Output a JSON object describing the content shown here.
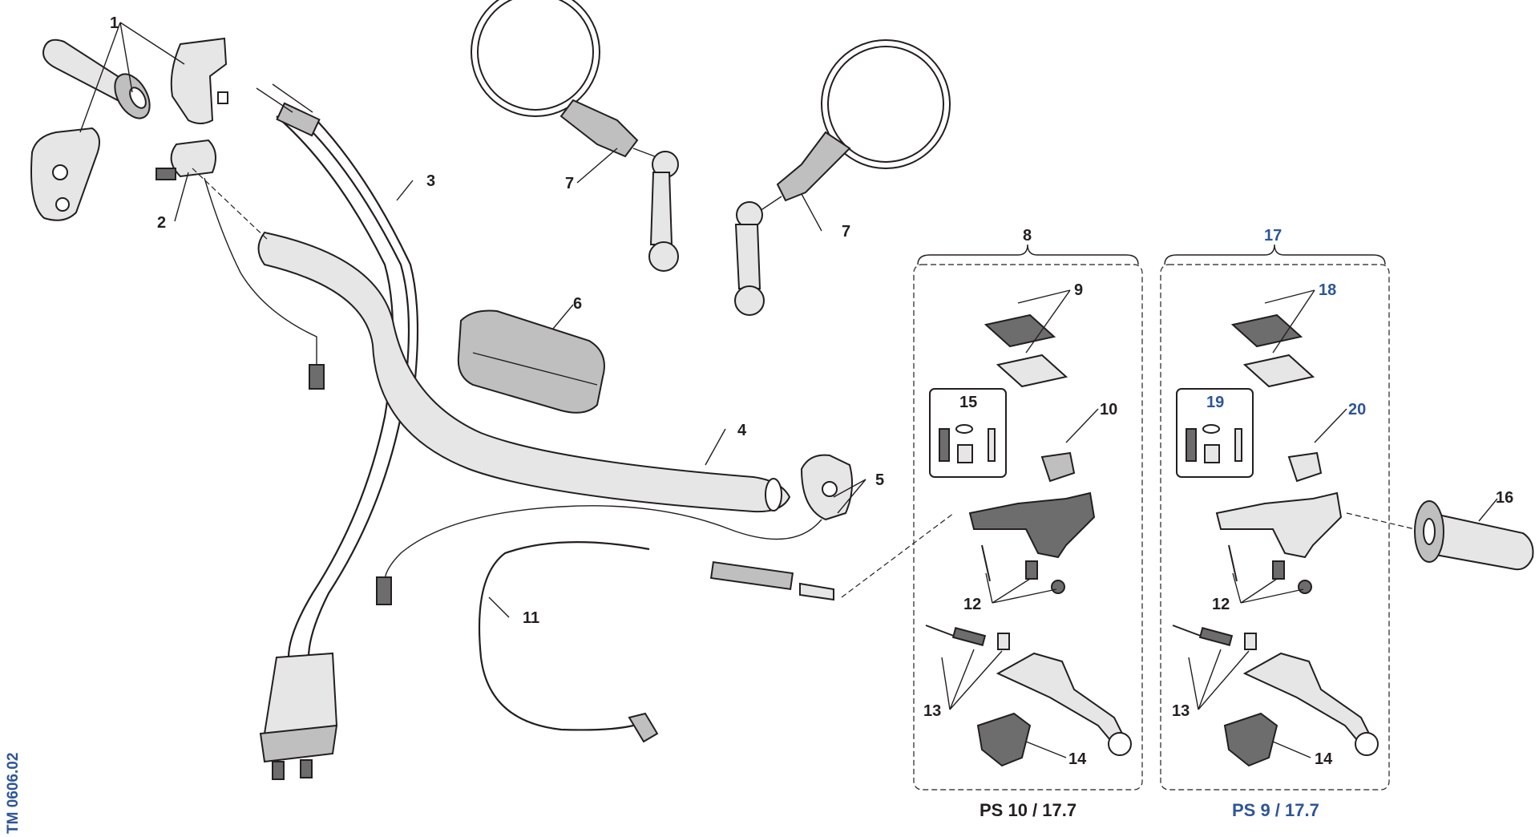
{
  "drawing_code": "TM 0606.02",
  "callouts": {
    "c1": "1",
    "c2": "2",
    "c3": "3",
    "c4": "4",
    "c5": "5",
    "c6": "6",
    "c7a": "7",
    "c7b": "7",
    "c8": "8",
    "c9": "9",
    "c10": "10",
    "c11": "11",
    "c12a": "12",
    "c12b": "12",
    "c13a": "13",
    "c13b": "13",
    "c14a": "14",
    "c14b": "14",
    "c15": "15",
    "c16": "16",
    "c17": "17",
    "c18": "18",
    "c19": "19",
    "c20": "20"
  },
  "variants": {
    "left": {
      "label": "PS 10 / 17.7",
      "color": "#231f20"
    },
    "right": {
      "label": "PS 9 / 17.7",
      "color": "#2f5597"
    }
  },
  "colors": {
    "ink": "#231f20",
    "accent": "#2f5597",
    "part_light": "#e6e6e6",
    "part_mid": "#bfbfbf",
    "part_dark": "#6d6d6d"
  }
}
